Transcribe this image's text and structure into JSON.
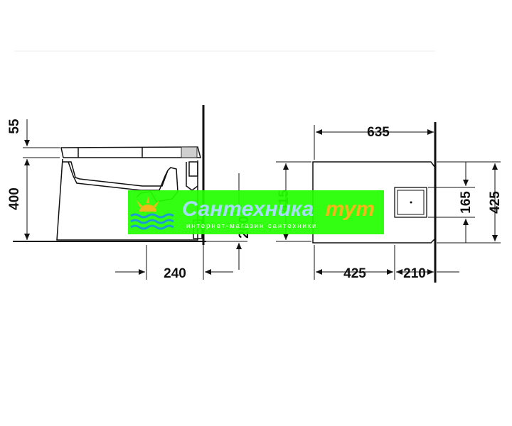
{
  "dimensions": {
    "seat_thickness": "55",
    "seat_height": "400",
    "outlet_offset": "240",
    "outlet_height": "200",
    "front_height": "415",
    "depth": "635",
    "front_section": "425",
    "rear_section": "210",
    "tank_width": "165",
    "total_width": "425"
  },
  "watermark": {
    "title_part1": "Сантехника",
    "title_part2": "тут",
    "subtitle": "интернет-магазин сантехники",
    "colors": {
      "banner": "#22ff00",
      "text_light": "#a7dcf7",
      "text_accent": "#f3b61b",
      "drops": "#1e9bd7",
      "subtitle": "#ffffff"
    }
  }
}
